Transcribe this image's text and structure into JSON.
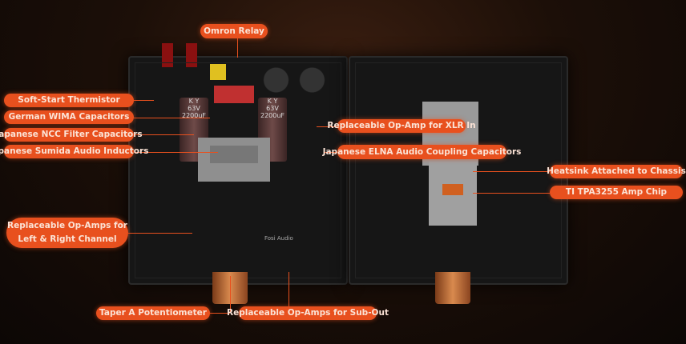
{
  "labels": {
    "omron_relay": "Omron Relay",
    "soft_start_thermistor": "Soft-Start Thermistor",
    "wima_capacitors": "German WIMA Capacitors",
    "ncc_capacitors": "Japanese NCC Filter Capacitors",
    "sumida_inductors": "Japanese Sumida Audio Inductors",
    "opamp_xlr": "Replaceable Op-Amp for XLR In",
    "elna_capacitors": "Japanese ELNA Audio Coupling Capacitors",
    "heatsink": "Heatsink Attached to Chassis",
    "amp_chip": "TI TPA3255 Amp Chip",
    "opamps_lr_line1": "Replaceable Op-Amps for",
    "opamps_lr_line2": "Left & Right Channel",
    "potentiometer": "Taper A Potentiometer",
    "opamps_sub": "Replaceable Op-Amps for Sub-Out"
  },
  "pcb_text": {
    "cap_brand": "K Y",
    "cap_voltage": "63V",
    "cap_capacity": "2200uF",
    "silkscreen": "Fosi Audio"
  },
  "colors": {
    "accent": "#e8501e",
    "background": "#1c0f08",
    "pcb": "#161616"
  }
}
